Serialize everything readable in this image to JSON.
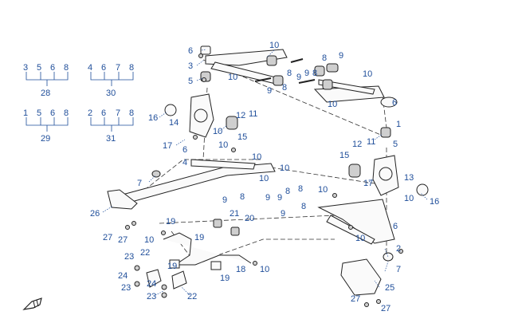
{
  "kit_groups": [
    {
      "items": [
        "3",
        "5",
        "6",
        "8"
      ],
      "total": "28"
    },
    {
      "items": [
        "4",
        "6",
        "7",
        "8"
      ],
      "total": "30"
    },
    {
      "items": [
        "1",
        "5",
        "6",
        "8"
      ],
      "total": "29"
    },
    {
      "items": [
        "2",
        "6",
        "7",
        "8"
      ],
      "total": "31"
    }
  ],
  "callouts": [
    {
      "label": "6"
    },
    {
      "label": "3"
    },
    {
      "label": "5"
    },
    {
      "label": "10"
    },
    {
      "label": "10"
    },
    {
      "label": "8"
    },
    {
      "label": "9"
    },
    {
      "label": "9"
    },
    {
      "label": "8"
    },
    {
      "label": "9"
    },
    {
      "label": "8"
    },
    {
      "label": "9"
    },
    {
      "label": "8"
    },
    {
      "label": "10"
    },
    {
      "label": "10"
    },
    {
      "label": "6"
    },
    {
      "label": "1"
    },
    {
      "label": "16"
    },
    {
      "label": "14"
    },
    {
      "label": "12"
    },
    {
      "label": "11"
    },
    {
      "label": "10"
    },
    {
      "label": "15"
    },
    {
      "label": "17"
    },
    {
      "label": "6"
    },
    {
      "label": "10"
    },
    {
      "label": "4"
    },
    {
      "label": "10"
    },
    {
      "label": "10"
    },
    {
      "label": "7"
    },
    {
      "label": "10"
    },
    {
      "label": "9"
    },
    {
      "label": "8"
    },
    {
      "label": "9"
    },
    {
      "label": "9"
    },
    {
      "label": "8"
    },
    {
      "label": "8"
    },
    {
      "label": "10"
    },
    {
      "label": "9"
    },
    {
      "label": "8"
    },
    {
      "label": "12"
    },
    {
      "label": "11"
    },
    {
      "label": "5"
    },
    {
      "label": "15"
    },
    {
      "label": "13"
    },
    {
      "label": "17"
    },
    {
      "label": "10"
    },
    {
      "label": "16"
    },
    {
      "label": "6"
    },
    {
      "label": "26"
    },
    {
      "label": "19"
    },
    {
      "label": "21"
    },
    {
      "label": "20"
    },
    {
      "label": "27"
    },
    {
      "label": "27"
    },
    {
      "label": "10"
    },
    {
      "label": "19"
    },
    {
      "label": "10"
    },
    {
      "label": "2"
    },
    {
      "label": "22"
    },
    {
      "label": "23"
    },
    {
      "label": "19"
    },
    {
      "label": "18"
    },
    {
      "label": "10"
    },
    {
      "label": "24"
    },
    {
      "label": "19"
    },
    {
      "label": "7"
    },
    {
      "label": "23"
    },
    {
      "label": "24"
    },
    {
      "label": "25"
    },
    {
      "label": "23"
    },
    {
      "label": "22"
    },
    {
      "label": "27"
    },
    {
      "label": "27"
    }
  ],
  "icons": [
    "front-direction-arrow-icon"
  ]
}
